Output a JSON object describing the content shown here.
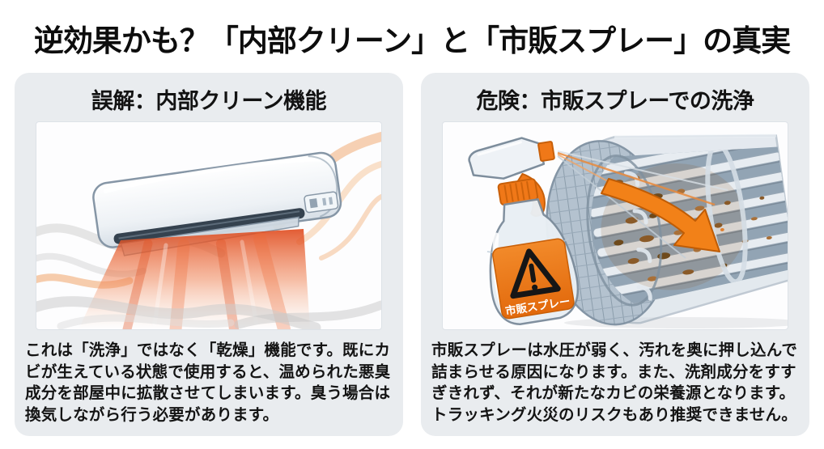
{
  "title": "逆効果かも？「内部クリーン」と「市販スプレー」の真実",
  "left_panel": {
    "header": "誤解：内部クリーン機能",
    "body": "これは「洗浄」ではなく「乾燥」機能です。既にカビが生えている状態で使用すると、温められた悪臭成分を部屋中に拡散させてしまいます。臭う場合は換気しながら行う必要があります。",
    "illustration": "air-conditioner-releasing-warm-odorous-air"
  },
  "right_panel": {
    "header": "危険：市販スプレーでの洗浄",
    "body": "市販スプレーは水圧が弱く、汚れを奥に押し込んで詰まらせる原因になります。また、洗剤成分をすすぎきれず、それが新たなカビの栄養源となります。トラッキング火災のリスクもあり推奨できません。",
    "spray_bottle_label": "市販スプレー",
    "illustration": "spray-bottle-pushing-dirt-deeper-into-fan-drum"
  },
  "icons": {
    "warning_triangle": "warning-triangle-icon",
    "dirt_push_arrow": "dirt-push-arrow-icon"
  },
  "colors": {
    "background": "#ffffff",
    "panel_background": "#e9ecef",
    "title_text": "#0d0d0d",
    "body_text": "#141414",
    "accent_orange": "#f07818",
    "warm_air_red": "#df4a1d",
    "drum_gray_blue": "#b4c2cf",
    "dirt_brown": "#8a5a28",
    "warning_black": "#161616"
  }
}
